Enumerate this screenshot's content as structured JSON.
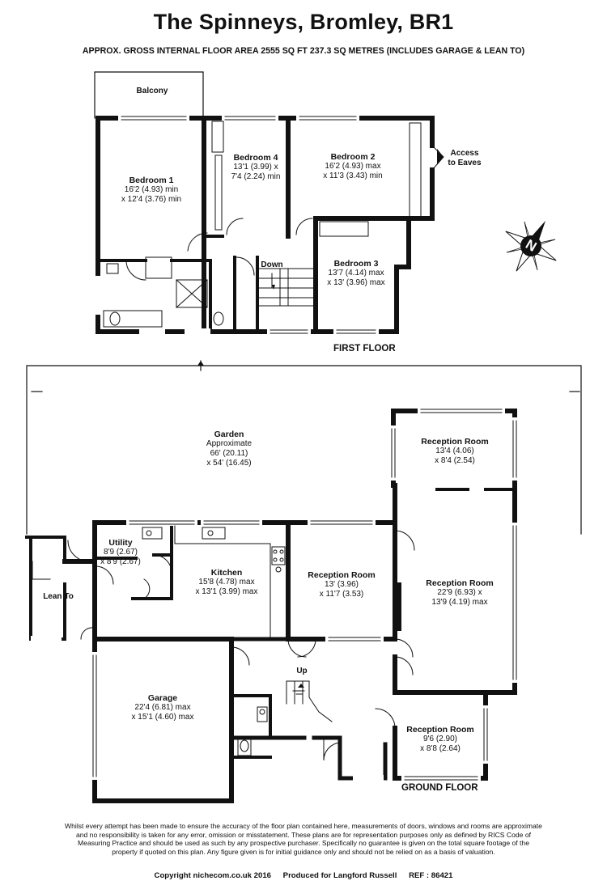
{
  "title": "The Spinneys, Bromley, BR1",
  "subtitle": "APPROX. GROSS INTERNAL FLOOR AREA 2555 SQ FT 237.3 SQ METRES (INCLUDES GARAGE & LEAN TO)",
  "first_floor": {
    "label": "FIRST FLOOR",
    "balcony": "Balcony",
    "bedroom1": {
      "name": "Bedroom 1",
      "line1": "16'2 (4.93) min",
      "line2": "x 12'4 (3.76) min"
    },
    "bedroom4": {
      "name": "Bedroom 4",
      "line1": "13'1 (3.99) x",
      "line2": "7'4 (2.24) min"
    },
    "bedroom2": {
      "name": "Bedroom 2",
      "line1": "16'2 (4.93) max",
      "line2": "x 11'3 (3.43) min"
    },
    "bedroom3": {
      "name": "Bedroom 3",
      "line1": "13'7 (4.14) max",
      "line2": "x 13' (3.96) max"
    },
    "access": {
      "line1": "Access",
      "line2": "to Eaves"
    },
    "down": "Down"
  },
  "ground_floor": {
    "label": "GROUND FLOOR",
    "garden": {
      "name": "Garden",
      "line1": "Approximate",
      "line2": "66' (20.11)",
      "line3": "x 54' (16.45)"
    },
    "utility": {
      "name": "Utility",
      "line1": "8'9 (2.67)",
      "line2": "x 8'9 (2.67)"
    },
    "kitchen": {
      "name": "Kitchen",
      "line1": "15'8 (4.78) max",
      "line2": "x 13'1 (3.99) max"
    },
    "lean_to": "Lean To",
    "reception_center": {
      "name": "Reception Room",
      "line1": "13' (3.96)",
      "line2": "x 11'7 (3.53)"
    },
    "reception_top": {
      "name": "Reception Room",
      "line1": "13'4 (4.06)",
      "line2": "x 8'4 (2.54)"
    },
    "reception_large": {
      "name": "Reception Room",
      "line1": "22'9 (6.93) x",
      "line2": "13'9 (4.19) max"
    },
    "reception_small": {
      "name": "Reception Room",
      "line1": "9'6 (2.90)",
      "line2": "x 8'8 (2.64)"
    },
    "garage": {
      "name": "Garage",
      "line1": "22'4 (6.81) max",
      "line2": "x 15'1 (4.60) max"
    },
    "up": "Up"
  },
  "compass_letter": "N",
  "disclaimer": "Whilst every attempt has been made to ensure the accuracy of the floor plan contained here, measurements of doors, windows and rooms are approximate and no responsibility is taken for any error, omission or misstatement. These plans are for representation purposes only as defined by RICS Code of Measuring Practice and should be used as such by any prospective purchaser. Specifically no guarantee is given on the total square footage of the property if quoted on this plan. Any figure given is for initial guidance only and should not be relied on as a basis of valuation.",
  "footer": {
    "copyright": "Copyright nichecom.co.uk 2016",
    "produced": "Produced for Langford Russell",
    "ref": "REF : 86421"
  }
}
